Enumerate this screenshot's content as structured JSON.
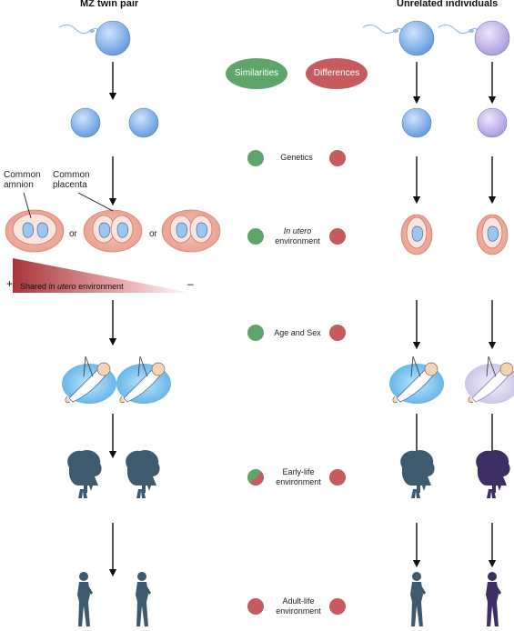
{
  "headers": {
    "left": "MZ twin pair",
    "right": "Unrelated individuals"
  },
  "legend": {
    "similarities": "Similarities",
    "differences": "Differences"
  },
  "factors": [
    {
      "label": "Genetics",
      "italic": "",
      "rest": ""
    },
    {
      "label": "",
      "italic": "In utero",
      "rest": "environment"
    },
    {
      "label": "Age and Sex",
      "italic": "",
      "rest": ""
    },
    {
      "label": "Early-life environment",
      "italic": "",
      "rest": ""
    },
    {
      "label": "Adult-life environment",
      "italic": "",
      "rest": ""
    }
  ],
  "placenta": {
    "common_amnion": "Common amnion",
    "common_placenta": "Common placenta",
    "or1": "or",
    "or2": "or"
  },
  "gradient": {
    "plus": "+",
    "minus": "–",
    "text_pre": "Shared ",
    "text_italic": "in utero",
    "text_post": " environment"
  },
  "colors": {
    "similar_green": "#5fa56a",
    "different_red": "#c75a5e",
    "twin_blue": "#7aaee8",
    "unrelated_purple": "#c3b3e6",
    "silhouette_teal": "#3d5a6e",
    "silhouette_purple": "#3d2e63"
  }
}
